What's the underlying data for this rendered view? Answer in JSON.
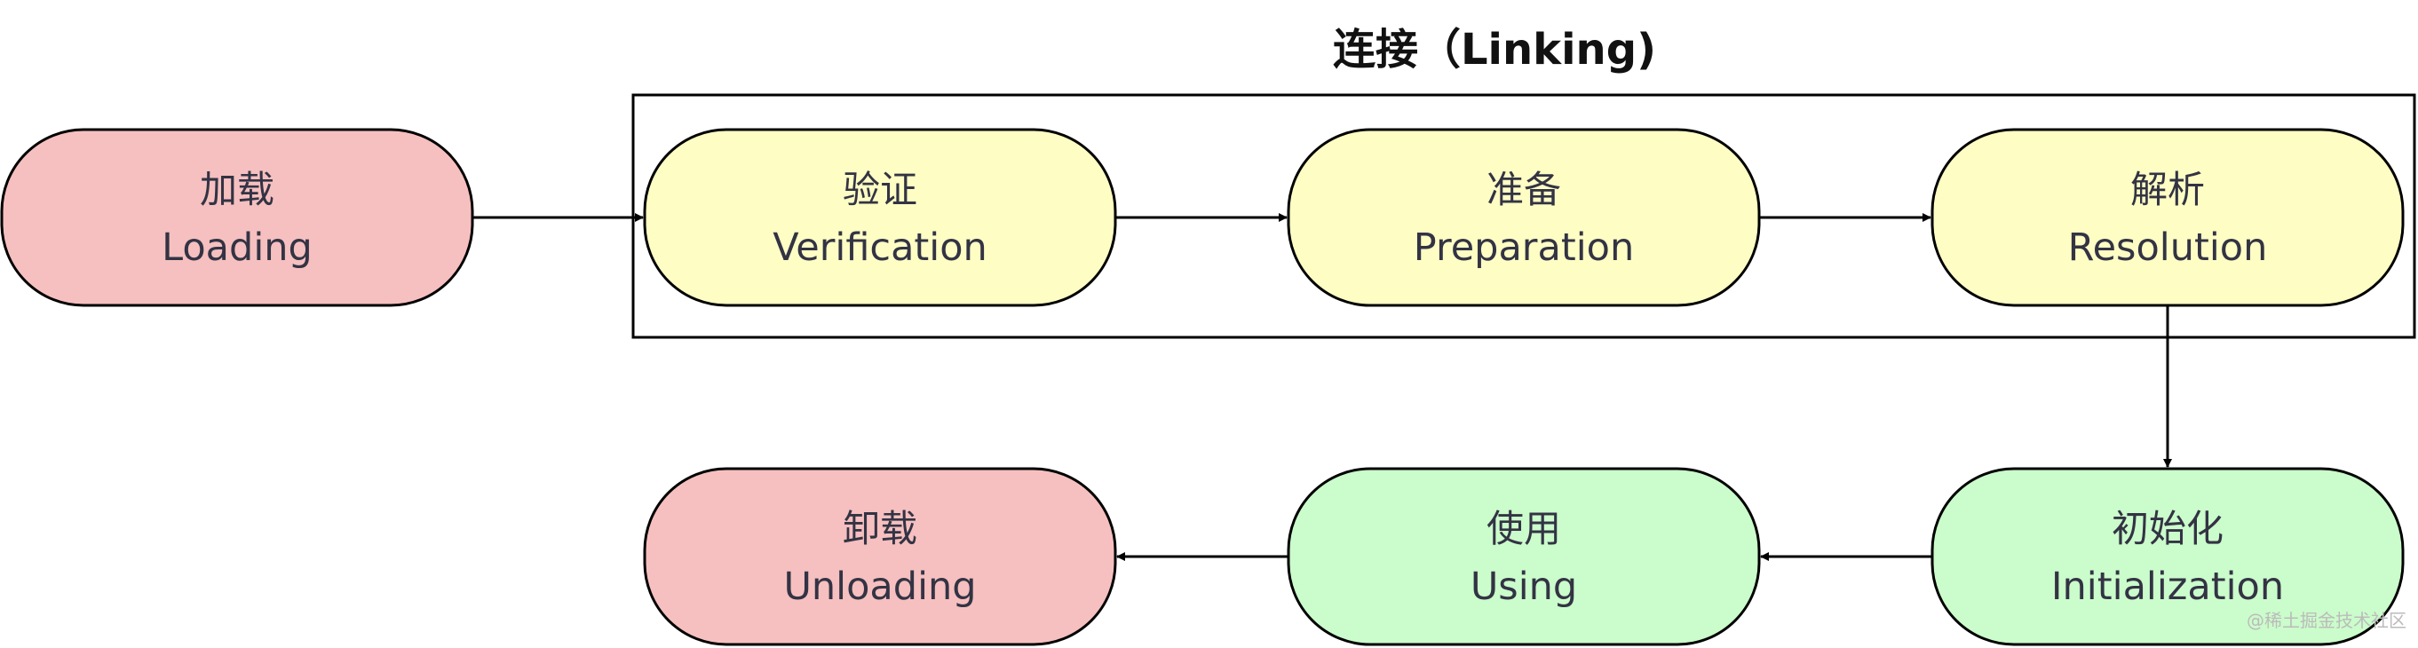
{
  "group": {
    "title": "连接（Linking)"
  },
  "colors": {
    "pink": "#f5c0bf",
    "yellow": "#fdfdc4",
    "green": "#cbfccb",
    "stroke": "#000000"
  },
  "nodes": [
    {
      "id": "loading",
      "cn": "加载",
      "en": "Loading",
      "color": "pink"
    },
    {
      "id": "verification",
      "cn": "验证",
      "en": "Verification",
      "color": "yellow"
    },
    {
      "id": "preparation",
      "cn": "准备",
      "en": "Preparation",
      "color": "yellow"
    },
    {
      "id": "resolution",
      "cn": "解析",
      "en": "Resolution",
      "color": "yellow"
    },
    {
      "id": "initialization",
      "cn": "初始化",
      "en": "Initialization",
      "color": "green"
    },
    {
      "id": "using",
      "cn": "使用",
      "en": "Using",
      "color": "green"
    },
    {
      "id": "unloading",
      "cn": "卸载",
      "en": "Unloading",
      "color": "pink"
    }
  ],
  "edges": [
    {
      "from": "loading",
      "to": "verification"
    },
    {
      "from": "verification",
      "to": "preparation"
    },
    {
      "from": "preparation",
      "to": "resolution"
    },
    {
      "from": "resolution",
      "to": "initialization"
    },
    {
      "from": "initialization",
      "to": "using"
    },
    {
      "from": "using",
      "to": "unloading"
    }
  ],
  "watermark": "@稀土掘金技术社区"
}
